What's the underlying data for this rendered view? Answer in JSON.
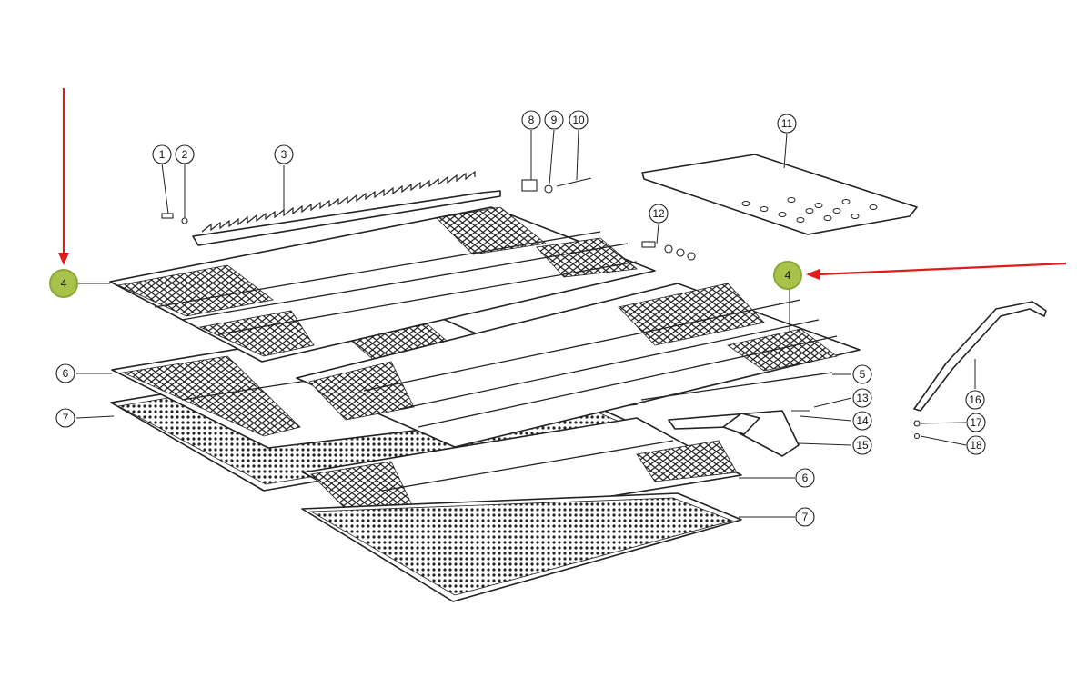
{
  "diagram": {
    "highlight_color": "#a8c24a",
    "arrow_color": "#e01b1b",
    "callouts": [
      {
        "label": "1"
      },
      {
        "label": "2"
      },
      {
        "label": "3"
      },
      {
        "label": "8"
      },
      {
        "label": "9"
      },
      {
        "label": "10"
      },
      {
        "label": "11"
      },
      {
        "label": "12"
      },
      {
        "label": "4",
        "highlighted": true
      },
      {
        "label": "4",
        "highlighted": true
      },
      {
        "label": "6"
      },
      {
        "label": "7"
      },
      {
        "label": "5"
      },
      {
        "label": "13"
      },
      {
        "label": "14"
      },
      {
        "label": "15"
      },
      {
        "label": "16"
      },
      {
        "label": "17"
      },
      {
        "label": "18"
      },
      {
        "label": "6"
      },
      {
        "label": "7"
      }
    ]
  }
}
